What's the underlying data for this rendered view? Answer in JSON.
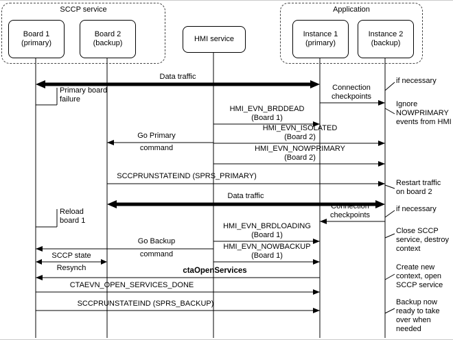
{
  "diagram": {
    "groups": {
      "sccp": {
        "label": "SCCP service"
      },
      "application": {
        "label": "Application"
      }
    },
    "actors": {
      "board1": "Board 1\n(primary)",
      "board2": "Board 2\n(backup)",
      "hmi": "HMI service",
      "instance1": "Instance 1\n(primary)",
      "instance2": "Instance 2\n(backup)"
    },
    "messages": {
      "data_traffic_1": "Data traffic",
      "connection_checkpoints_1": "Connection\ncheckpoints",
      "hmi_evn_brddead": "HMI_EVN_BRDDEAD\n(Board 1)",
      "hmi_evn_isolated": "HMI_EVN_ISOLATED\n(Board 2)",
      "go_primary_1": "Go Primary",
      "go_primary_2": "command",
      "hmi_evn_nowprimary": "HMI_EVN_NOWPRIMARY\n(Board 2)",
      "sccprunstateind_primary": "SCCPRUNSTATEIND (SPRS_PRIMARY)",
      "data_traffic_2": "Data traffic",
      "connection_checkpoints_2": "Connection\ncheckpoints",
      "hmi_evn_brdloading": "HMI_EVN_BRDLOADING\n(Board 1)",
      "go_backup_1": "Go Backup",
      "go_backup_2": "command",
      "hmi_evn_nowbackup": "HMI_EVN_NOWBACKUP\n(Board 1)",
      "sccp_state_resynch_1": "SCCP state",
      "sccp_state_resynch_2": "Resynch",
      "cta_open_services": "ctaOpenServices",
      "ctaevn_open_services_done": "CTAEVN_OPEN_SERVICES_DONE",
      "sccprunstateind_backup": "SCCPRUNSTATEIND (SPRS_BACKUP)"
    },
    "notes": {
      "if_necessary_1": "if necessary",
      "primary_board_failure": "Primary board\nfailure",
      "ignore_nowprimary": "Ignore\nNOWPRIMARY\nevents from HMI",
      "restart_traffic": "Restart traffic\non board 2",
      "if_necessary_2": "if necessary",
      "reload_board_1": "Reload\nboard 1",
      "close_sccp": "Close SCCP\nservice, destroy\ncontext",
      "create_context": "Create new\ncontext, open\nSCCP service",
      "backup_ready": "Backup now\nready to take\nover when\nneeded"
    },
    "colors": {
      "line": "#000000",
      "background": "#ffffff"
    }
  }
}
